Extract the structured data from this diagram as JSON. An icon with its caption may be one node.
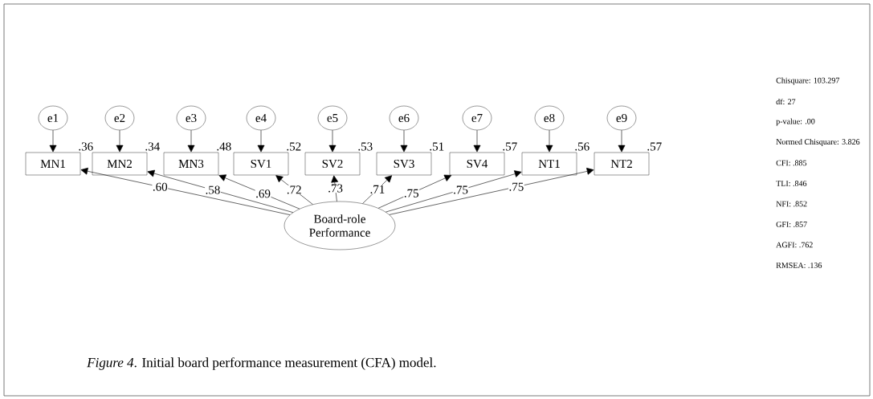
{
  "diagram": {
    "caption": "*Figure 4*. Initial board performance measurement (CFA) model.",
    "nodes": [
      {
        "text": [
          "e1"
        ]
      },
      {
        "text": [
          "e2"
        ]
      },
      {
        "text": [
          "e3"
        ]
      },
      {
        "text": [
          "e4"
        ]
      },
      {
        "text": [
          "e5"
        ]
      },
      {
        "text": [
          "e6"
        ]
      },
      {
        "text": [
          "e7"
        ]
      },
      {
        "text": [
          "e8"
        ]
      },
      {
        "text": [
          "e9"
        ]
      },
      {
        "text": [
          "MN1"
        ],
        "beside": [
          ".36"
        ]
      },
      {
        "text": [
          "MN2"
        ],
        "beside": [
          ".34"
        ]
      },
      {
        "text": [
          "MN3"
        ],
        "beside": [
          ".48"
        ]
      },
      {
        "text": [
          "SV1"
        ],
        "beside": [
          ".52"
        ]
      },
      {
        "text": [
          "SV2"
        ],
        "beside": [
          ".53"
        ]
      },
      {
        "text": [
          "SV3"
        ],
        "beside": [
          ".51"
        ]
      },
      {
        "text": [
          "SV4"
        ],
        "beside": [
          ".57"
        ]
      },
      {
        "text": [
          "NT1"
        ],
        "beside": [
          ".56"
        ]
      },
      {
        "text": [
          "NT2"
        ],
        "beside": [
          ".57"
        ]
      },
      {
        "text": [
          "Board-role Performance"
        ]
      }
    ],
    "edges": [
      {
        "from": 0,
        "to": 9,
        "arrow": "to"
      },
      {
        "from": 1,
        "to": 10,
        "arrow": "to"
      },
      {
        "from": 2,
        "to": 11,
        "arrow": "to"
      },
      {
        "from": 3,
        "to": 12,
        "arrow": "to"
      },
      {
        "from": 4,
        "to": 13,
        "arrow": "to"
      },
      {
        "from": 5,
        "to": 14,
        "arrow": "to"
      },
      {
        "from": 6,
        "to": 15,
        "arrow": "to"
      },
      {
        "from": 7,
        "to": 16,
        "arrow": "to"
      },
      {
        "from": 8,
        "to": 17,
        "arrow": "to"
      },
      {
        "from": 18,
        "to": 9,
        "arrow": "to",
        "label": ".60"
      },
      {
        "from": 18,
        "to": 10,
        "arrow": "to",
        "label": ".58"
      },
      {
        "from": 18,
        "to": 11,
        "arrow": "to",
        "label": ".69"
      },
      {
        "from": 18,
        "to": 12,
        "arrow": "to",
        "label": ".72"
      },
      {
        "from": 18,
        "to": 13,
        "arrow": "to",
        "label": ".73"
      },
      {
        "from": 18,
        "to": 14,
        "arrow": "to",
        "label": ".71"
      },
      {
        "from": 18,
        "to": 15,
        "arrow": "to",
        "label": ".75"
      },
      {
        "from": 18,
        "to": 16,
        "arrow": "to",
        "label": ".75"
      },
      {
        "from": 18,
        "to": 17,
        "arrow": "to",
        "label": ".75"
      }
    ],
    "labels": [
      "Chisquare: 103.297",
      "df: 27",
      "p-value: .00",
      "Normed Chisquare: 3.826",
      "CFI: .885",
      "TLI: .846",
      "NFI: .852",
      "GFI: .857",
      "AGFI: .762",
      "RMSEA: .136"
    ]
  }
}
